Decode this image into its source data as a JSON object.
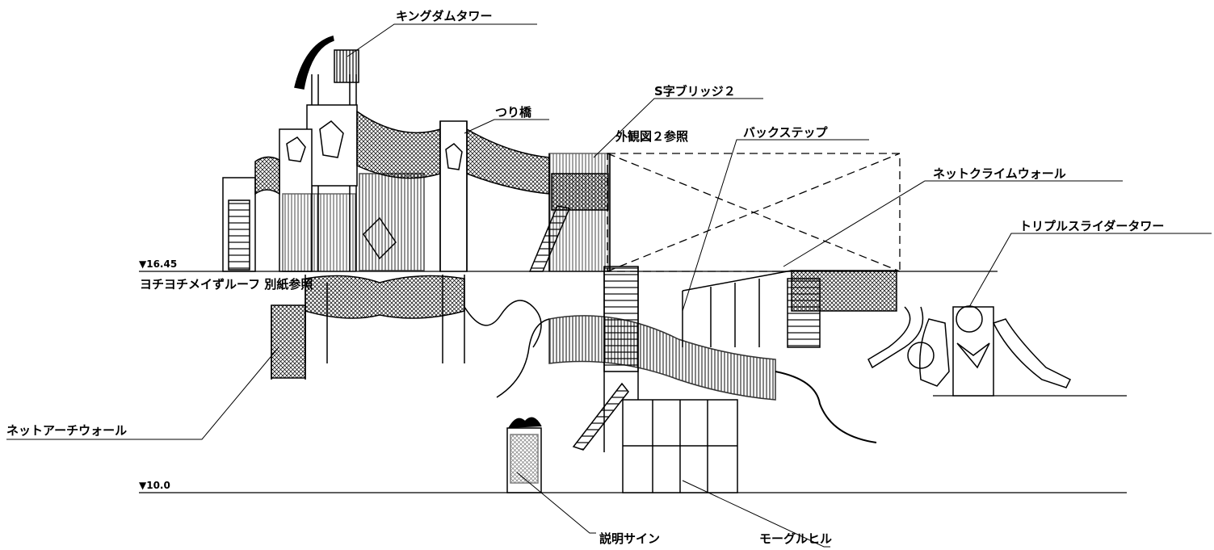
{
  "labels": {
    "kingdom_tower": "キングダムタワー",
    "suspension_bridge": "つり橋",
    "s_bridge": "S字ブリッジ２",
    "exterior_ref": "外観図２参照",
    "back_step": "バックステップ",
    "net_climb_wall": "ネットクライムウォール",
    "triple_slider_tower": "トリプルスライダータワー",
    "net_arch_wall": "ネットアーチウォール",
    "maze_roof_ref": "ヨチヨチメイずルーフ 別紙参照",
    "explanation_sign": "説明サイン",
    "mogul_hill": "モーグルヒル"
  },
  "levels": {
    "upper": "▼16.45",
    "lower": "▼10.0"
  },
  "colors": {
    "ink": "#000000",
    "paper": "#ffffff"
  }
}
